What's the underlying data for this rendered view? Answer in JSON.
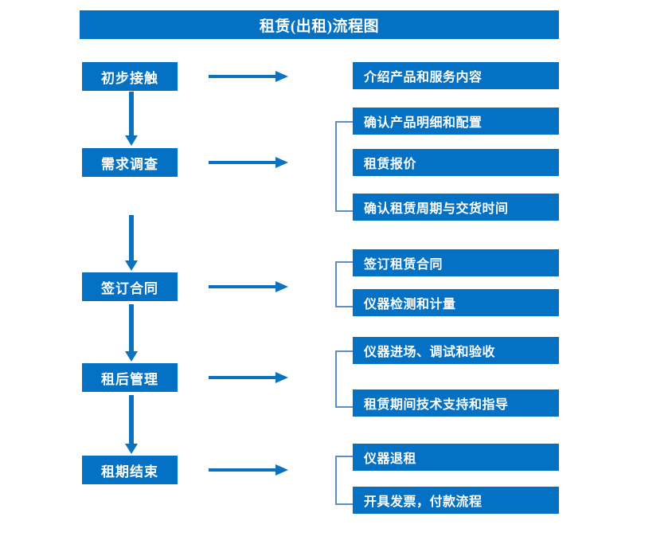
{
  "title": "租赁(出租)流程图",
  "colors": {
    "box_fill": "#0571c4",
    "box_text": "#ffffff",
    "arrow": "#0d72bd",
    "bracket": "#5b8fc9",
    "background": "#ffffff"
  },
  "stages": [
    {
      "label": "初步接触"
    },
    {
      "label": "需求调查"
    },
    {
      "label": "签订合同"
    },
    {
      "label": "租后管理"
    },
    {
      "label": "租期结束"
    }
  ],
  "detail_groups": [
    {
      "stage": "初步接触",
      "has_bracket": false,
      "items": [
        {
          "label": "介绍产品和服务内容"
        }
      ]
    },
    {
      "stage": "需求调查",
      "has_bracket": true,
      "items": [
        {
          "label": "确认产品明细和配置"
        },
        {
          "label": "租赁报价"
        },
        {
          "label": "确认租赁周期与交货时间"
        }
      ]
    },
    {
      "stage": "签订合同",
      "has_bracket": true,
      "items": [
        {
          "label": "签订租赁合同"
        },
        {
          "label": "仪器检测和计量"
        }
      ]
    },
    {
      "stage": "租后管理",
      "has_bracket": true,
      "items": [
        {
          "label": "仪器进场、调试和验收"
        },
        {
          "label": "租赁期间技术支持和指导"
        }
      ]
    },
    {
      "stage": "租期结束",
      "has_bracket": true,
      "items": [
        {
          "label": "仪器退租"
        },
        {
          "label": "开具发票，付款流程"
        }
      ]
    }
  ],
  "connectors": {
    "horizontal_arrow_name": "stage-to-details-arrow",
    "vertical_arrow_name": "stage-to-stage-arrow",
    "count_horizontal": 5,
    "count_vertical": 4
  }
}
